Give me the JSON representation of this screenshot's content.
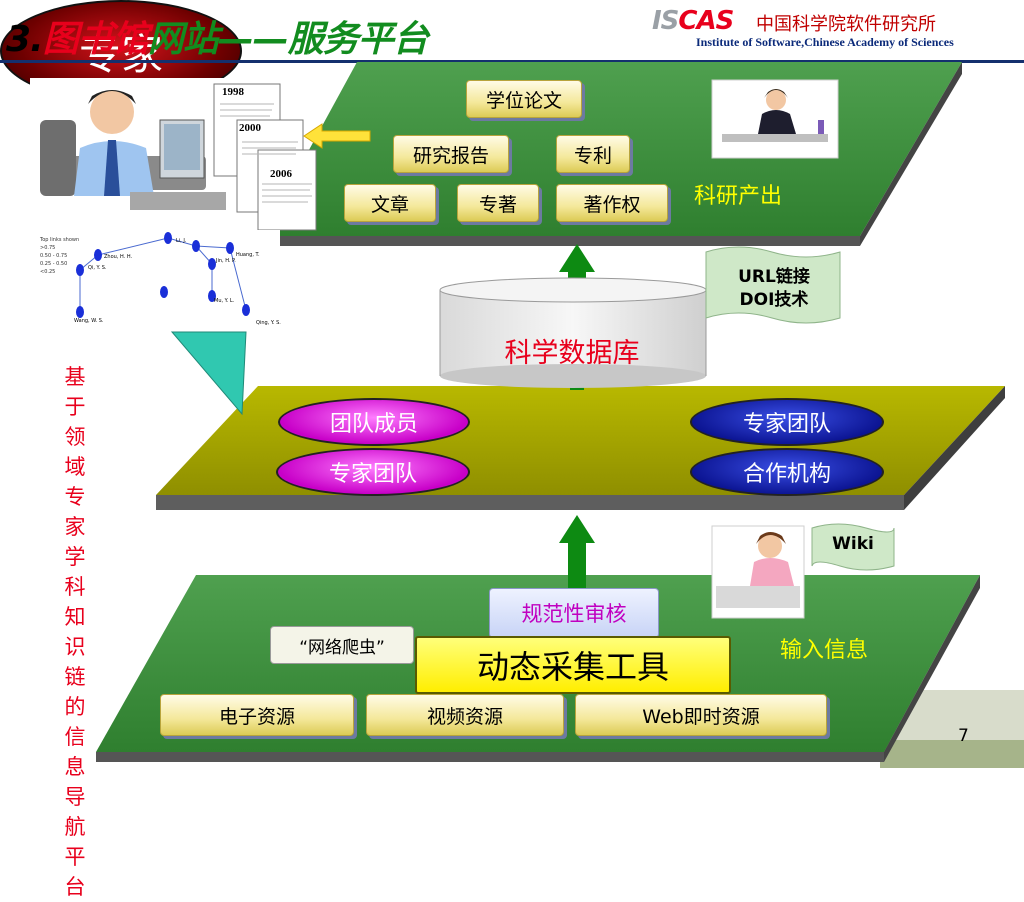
{
  "header": {
    "title_num": "3.",
    "title_red": "图书馆",
    "title_green": "网站——服务平台",
    "logo_mark_a": "IS",
    "logo_mark_b": "CAS",
    "org_cn": "中国科学院软件研究所",
    "org_en": "Institute of Software,Chinese Academy of Sciences"
  },
  "top_layer": {
    "items": [
      "学位论文",
      "研究报告",
      "专利",
      "文章",
      "专著",
      "著作权"
    ],
    "label": "科研产出"
  },
  "documents": {
    "years": [
      "1998",
      "2000",
      "2006"
    ]
  },
  "url_flag": {
    "line1": "URL链接",
    "line2": "DOI技术"
  },
  "database": {
    "label": "科学数据库"
  },
  "middle_layer": {
    "core": "专家",
    "left_items": [
      "团队成员",
      "专家团队"
    ],
    "right_items": [
      "专家团队",
      "合作机构"
    ]
  },
  "side_text": "基于领域专家学科知识链的信息导航平台",
  "wiki_flag": "Wiki",
  "bottom_layer": {
    "review": "规范性审核",
    "crawler": "“网络爬虫”",
    "tool": "动态采集工具",
    "label": "输入信息",
    "resources": [
      "电子资源",
      "视频资源",
      "Web即时资源"
    ]
  },
  "network_labels": [
    "Li, J.",
    "Zhou, H. H.",
    "Qi, Y. S.",
    "Jin, H. P.",
    "Huang, T.",
    "Mu, Y. L.",
    "Wang, W. S.",
    "Qing, Y. S."
  ],
  "network_legend": {
    "title": "Top links shown",
    "rows": [
      ">0.75",
      "0.50 - 0.75",
      "0.25 - 0.50",
      "<0.25"
    ]
  },
  "page_number": "7",
  "colors": {
    "accent_red": "#e8001c",
    "layer_green": "#3c8f3c",
    "layer_olive": "#a8a800",
    "arrow_green": "#0d8a12"
  }
}
